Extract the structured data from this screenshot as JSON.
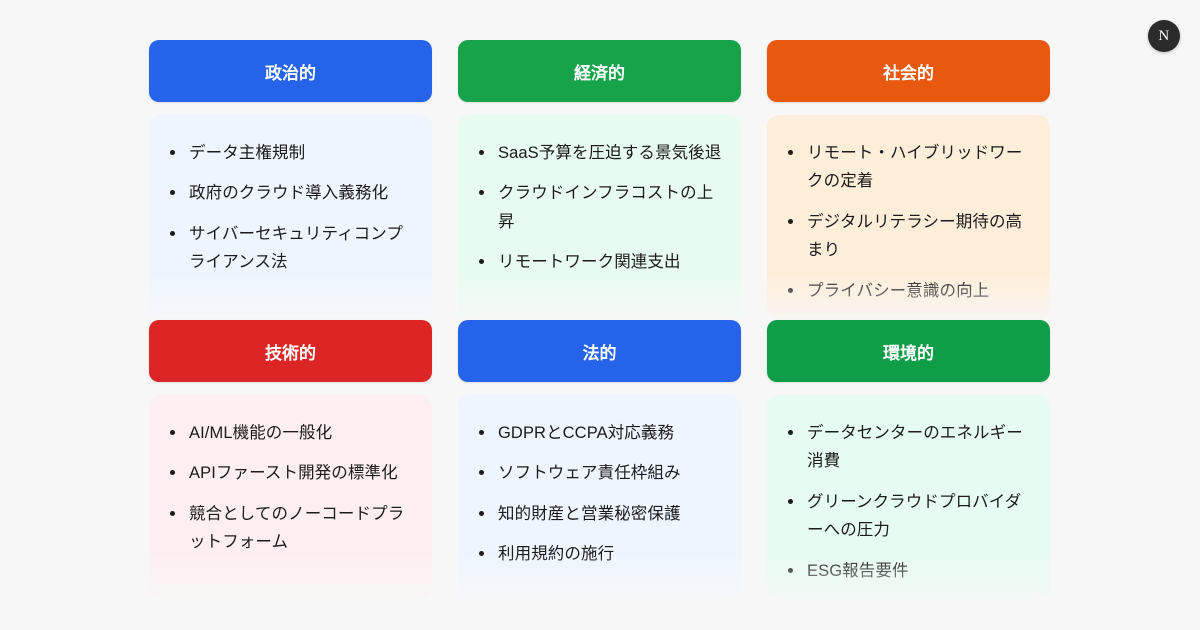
{
  "badge": {
    "label": "N",
    "name": "framework-logo"
  },
  "page": {
    "background": "#f7f7f7"
  },
  "categories": [
    {
      "key": "political",
      "title": "政治的",
      "header_color": "#2563eb",
      "body_color": "#eef5fe",
      "items": [
        "データ主権規制",
        "政府のクラウド導入義務化",
        "サイバーセキュリティコンプライアンス法"
      ]
    },
    {
      "key": "economic",
      "title": "経済的",
      "header_color": "#16a34a",
      "body_color": "#e8fbf0",
      "items": [
        "SaaS予算を圧迫する景気後退",
        "クラウドインフラコストの上昇",
        "リモートワーク関連支出"
      ]
    },
    {
      "key": "social",
      "title": "社会的",
      "header_color": "#e8580f",
      "body_color": "#fdeeda",
      "items": [
        "リモート・ハイブリッドワークの定着",
        "デジタルリテラシー期待の高まり",
        "プライバシー意識の向上"
      ]
    },
    {
      "key": "technical",
      "title": "技術的",
      "header_color": "#dc2626",
      "body_color": "#fdeff1",
      "items": [
        "AI/ML機能の一般化",
        "APIファースト開発の標準化",
        "競合としてのノーコードプラットフォーム"
      ]
    },
    {
      "key": "legal",
      "title": "法的",
      "header_color": "#2563eb",
      "body_color": "#eef5fe",
      "items": [
        "GDPRとCCPA対応義務",
        "ソフトウェア責任枠組み",
        "知的財産と営業秘密保護",
        "利用規約の施行"
      ]
    },
    {
      "key": "environmental",
      "title": "環境的",
      "header_color": "#0f9d48",
      "body_color": "#e6fbf1",
      "items": [
        "データセンターのエネルギー消費",
        "グリーンクラウドプロバイダーへの圧力",
        "ESG報告要件"
      ]
    }
  ]
}
